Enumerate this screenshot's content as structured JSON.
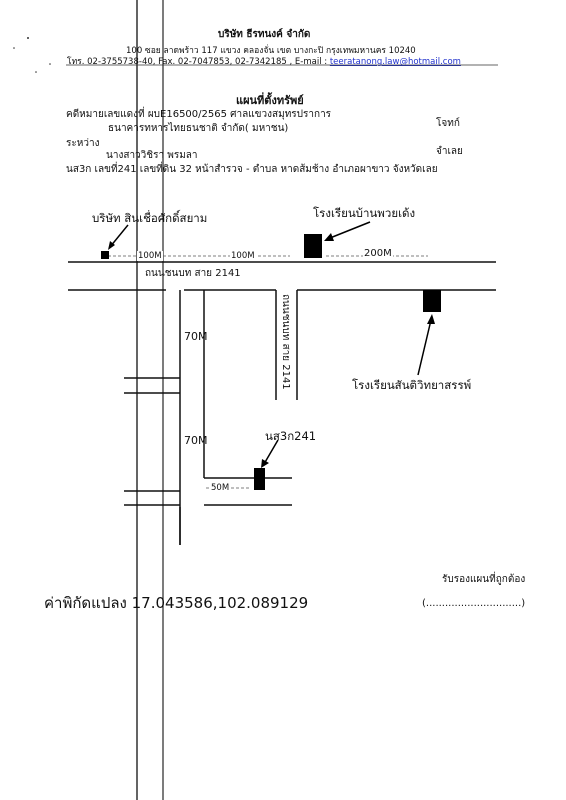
{
  "header": {
    "company": "บริษัท ธีรทนงค์ จำกัด",
    "address": "100 ซอย ลาดพร้าว 117 แขวง คลองจั่น เขต บางกะปิ กรุงเทพมหานคร 10240",
    "contact_prefix": "โทร. 02-3755738-40, Fax. 02-7047853, 02-7342185 , E-mail :",
    "email": "teeratanong.law@hotmail.com"
  },
  "document": {
    "title": "แผนที่ตั้งทรัพย์",
    "case_line": "คดีหมายเลขแดงที่ ผบE16500/2565 ศาลแขวงสมุทรปราการ",
    "plaintiff_name": "ธนาคารทหารไทยธนชาติ จำกัด( มหาชน)",
    "plaintiff_role": "โจทก์",
    "between": "ระหว่าง",
    "defendant_name": "นางสาววิชิรา พรมลา",
    "defendant_role": "จำเลย",
    "vehicle_line": "นส3ก เลขที่241 เลขที่ดิน 32 หน้าสำรวจ - ตำบล หาดส้มช้าง อำเภอผาขาว จังหวัดเลย"
  },
  "map": {
    "landmark_company": "บริษัท สินเชื่อศักดิ์สยาม",
    "landmark_school_1": "โรงเรียนบ้านพวยเด้ง",
    "landmark_school_2": "โรงเรียนสันติวิทยาสรรพ์",
    "target_label": "นส3ก241",
    "road_horizontal": "ถนนชนบท สาย 2141",
    "road_vertical": "ถนนชนบท สาย 2141",
    "dist_1": "100M",
    "dist_2": "100M",
    "dist_3": "200M",
    "dist_4": "70M",
    "dist_5": "70M",
    "dist_6": "50M"
  },
  "footer": {
    "coord_label": "ค่าพิกัดแปลง 17.043586,102.089129",
    "certify_text": "รับรองแผนที่ถูกต้อง",
    "signature_line": "(..............................)"
  }
}
